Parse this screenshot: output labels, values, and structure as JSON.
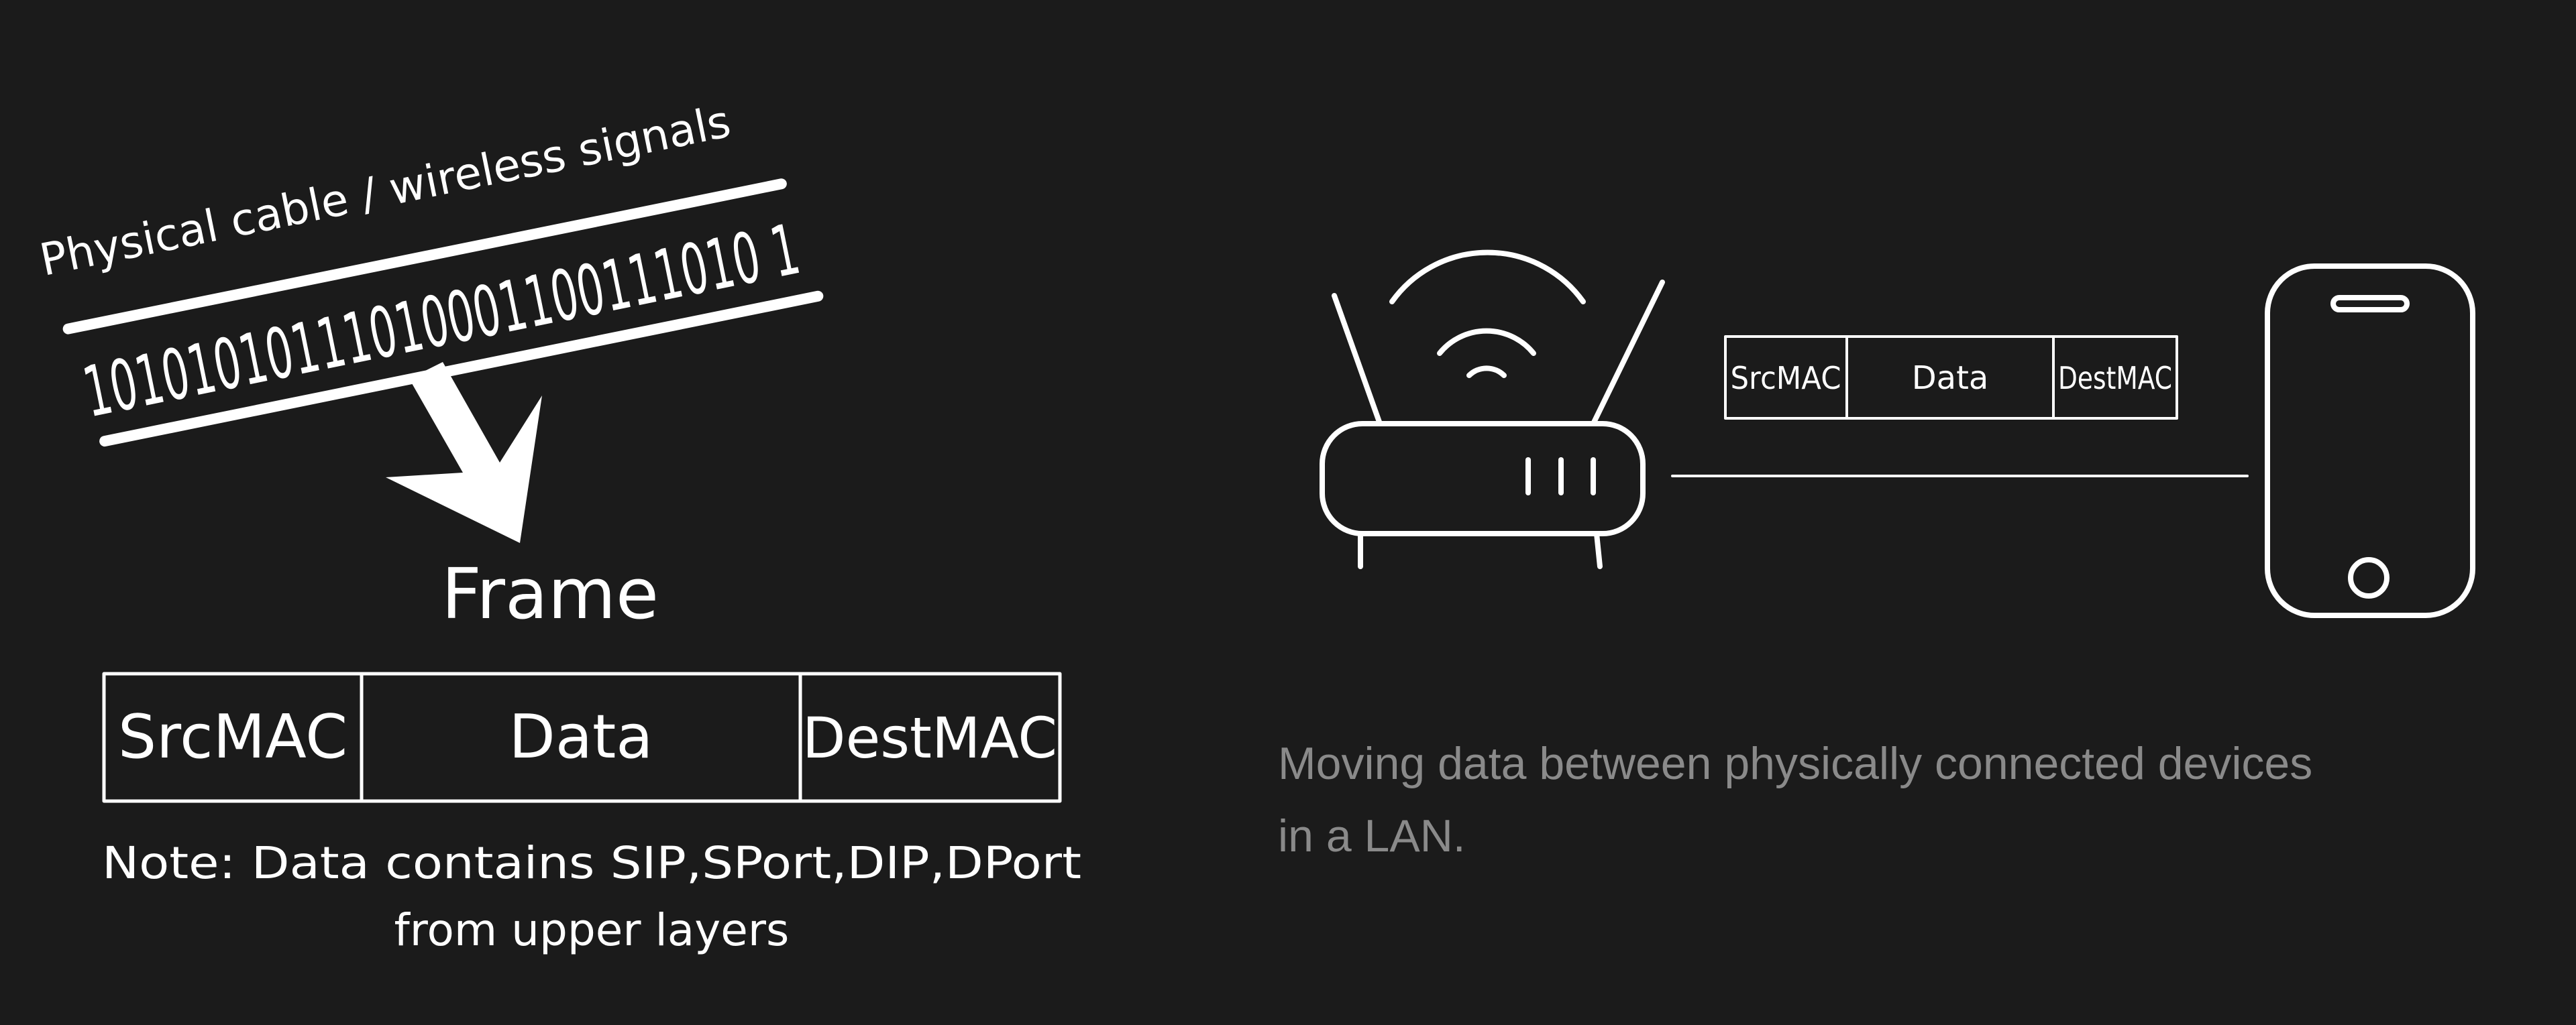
{
  "left_diagram": {
    "medium_label": "Physical cable / wireless signals",
    "bit_stream": "10101010111010001100111010 1",
    "frame_title": "Frame",
    "frame_fields": [
      "SrcMAC",
      "Data",
      "DestMAC"
    ],
    "note_line1": "Note: Data contains SIP,SPort,DIP,DPort",
    "note_line2": "from upper layers"
  },
  "right_diagram": {
    "frame_fields": [
      "SrcMAC",
      "Data",
      "DestMAC"
    ],
    "devices": [
      "router-icon",
      "smartphone-icon"
    ]
  },
  "caption": {
    "line1": "Moving data between physically connected devices",
    "line2": "in a LAN."
  },
  "colors": {
    "background": "#1b1b1b",
    "drawing": "#ffffff",
    "caption": "#8a8a8a"
  }
}
